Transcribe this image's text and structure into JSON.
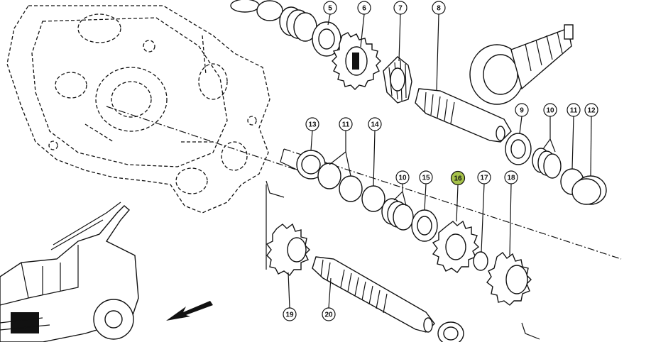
{
  "callouts": [
    {
      "number": "5",
      "highlight": false
    },
    {
      "number": "6",
      "highlight": false
    },
    {
      "number": "7",
      "highlight": false
    },
    {
      "number": "8",
      "highlight": false
    },
    {
      "number": "9",
      "highlight": false
    },
    {
      "number": "10",
      "highlight": false
    },
    {
      "number": "11",
      "highlight": false
    },
    {
      "number": "12",
      "highlight": false
    },
    {
      "number": "13",
      "highlight": false
    },
    {
      "number": "11",
      "highlight": false
    },
    {
      "number": "14",
      "highlight": false
    },
    {
      "number": "10",
      "highlight": false
    },
    {
      "number": "15",
      "highlight": false
    },
    {
      "number": "16",
      "highlight": true
    },
    {
      "number": "17",
      "highlight": false
    },
    {
      "number": "18",
      "highlight": false
    },
    {
      "number": "19",
      "highlight": false
    },
    {
      "number": "20",
      "highlight": false
    }
  ],
  "colors": {
    "line": "#111111",
    "background": "#ffffff",
    "highlight_fill": "#a6c24a"
  },
  "icons": [
    "forage-harvester-icon",
    "direction-arrow-icon"
  ]
}
